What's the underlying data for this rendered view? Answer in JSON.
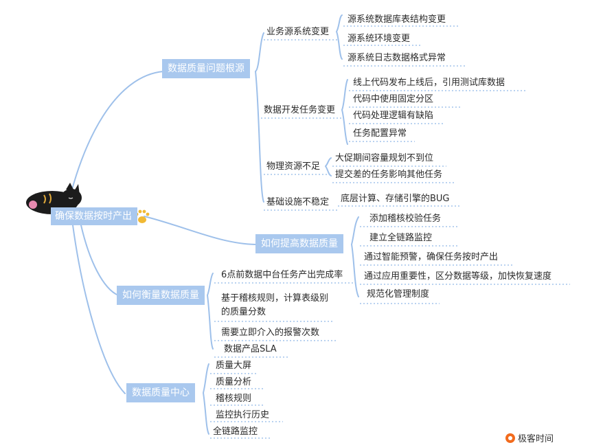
{
  "root": {
    "label": "确保数据按时产出"
  },
  "branches": [
    {
      "label": "数据质量问题根源",
      "groups": [
        {
          "label": "业务源系统变更",
          "items": [
            "源系统数据库表结构变更",
            "源系统环境变更",
            "源系统日志数据格式异常"
          ]
        },
        {
          "label": "数据开发任务变更",
          "items": [
            "线上代码发布上线后，引用测试库数据",
            "代码中使用固定分区",
            "代码处理逻辑有缺陷",
            "任务配置异常"
          ]
        },
        {
          "label": "物理资源不足",
          "items": [
            "大促期间容量规划不到位",
            "提交差的任务影响其他任务"
          ]
        },
        {
          "label": "基础设施不稳定",
          "items": [
            "底层计算、存储引擎的BUG"
          ]
        }
      ]
    },
    {
      "label": "如何提高数据质量",
      "items": [
        "添加稽核校验任务",
        "建立全链路监控",
        "通过智能预警，确保任务按时产出",
        "通过应用重要性，区分数据等级，加快恢复速度",
        "规范化管理制度"
      ]
    },
    {
      "label": "如何衡量数据质量",
      "items": [
        "6点前数据中台任务产出完成率",
        "基于稽核规则，计算表级别",
        "的质量分数",
        "需要立即介入的报警次数",
        "数据产品SLA"
      ]
    },
    {
      "label": "数据质量中心",
      "items": [
        "质量大屏",
        "质量分析",
        "稽核规则",
        "监控执行历史",
        "全链路监控"
      ]
    }
  ],
  "brand": {
    "name": "极客时间"
  },
  "colors": {
    "node_fill": "#a9c8ee",
    "branch_line": "#9ec0ea",
    "dotted": "#8fb6e6",
    "brand": "#f26b1d"
  },
  "icons": [
    "black-cat-icon",
    "paw-icon",
    "geekbang-logo-icon"
  ]
}
